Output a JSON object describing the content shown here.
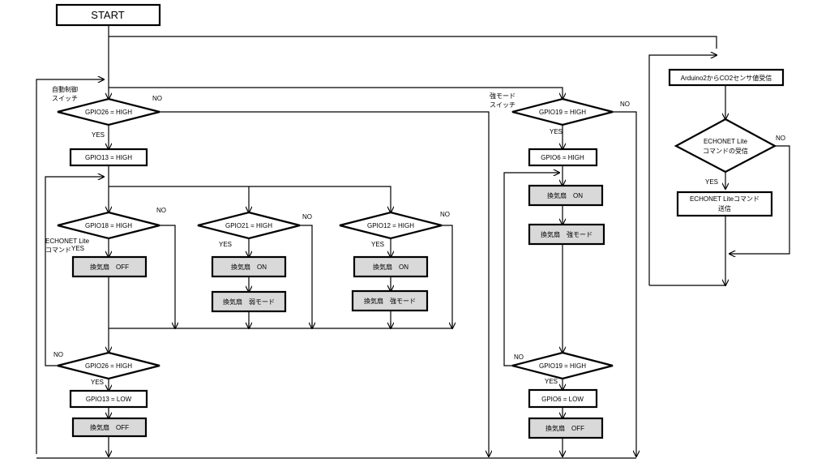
{
  "start": "START",
  "labels": {
    "auto_switch_line1": "自動制御",
    "auto_switch_line2": "スイッチ",
    "strong_switch_line1": "強モード",
    "strong_switch_line2": "スイッチ",
    "echonet_line1": "ECHONET Lite",
    "echonet_line2": "コマンド",
    "yes": "YES",
    "no": "NO"
  },
  "main": {
    "d_gpio26": "GPIO26 = HIGH",
    "p_gpio13_high": "GPIO13 = HIGH",
    "d_gpio18": "GPIO18 = HIGH",
    "p_fan_off_1": "換気扇　OFF",
    "d_gpio21": "GPIO21 = HIGH",
    "p_fan_on_1": "換気扇　ON",
    "p_fan_weak": "換気扇　弱モード",
    "d_gpio12": "GPIO12 = HIGH",
    "p_fan_on_2": "換気扇　ON",
    "p_fan_strong_1": "換気扇　強モード",
    "d_gpio26_bottom": "GPIO26 = HIGH",
    "p_gpio13_low": "GPIO13 = LOW",
    "p_fan_off_2": "換気扇　OFF"
  },
  "strong": {
    "d_gpio19": "GPIO19 = HIGH",
    "p_gpio6_high": "GPIO6 = HIGH",
    "p_fan_on": "換気扇　ON",
    "p_fan_strong": "換気扇　強モード",
    "d_gpio19_bottom": "GPIO19 = HIGH",
    "p_gpio6_low": "GPIO6 = LOW",
    "p_fan_off": "換気扇　OFF"
  },
  "comm": {
    "p_receive": "Arduino2からCO2センサ値受信",
    "d_cmd_line1": "ECHONET Lite",
    "d_cmd_line2": "コマンドの受信",
    "p_send_line1": "ECHONET Liteコマンド",
    "p_send_line2": "送信"
  }
}
